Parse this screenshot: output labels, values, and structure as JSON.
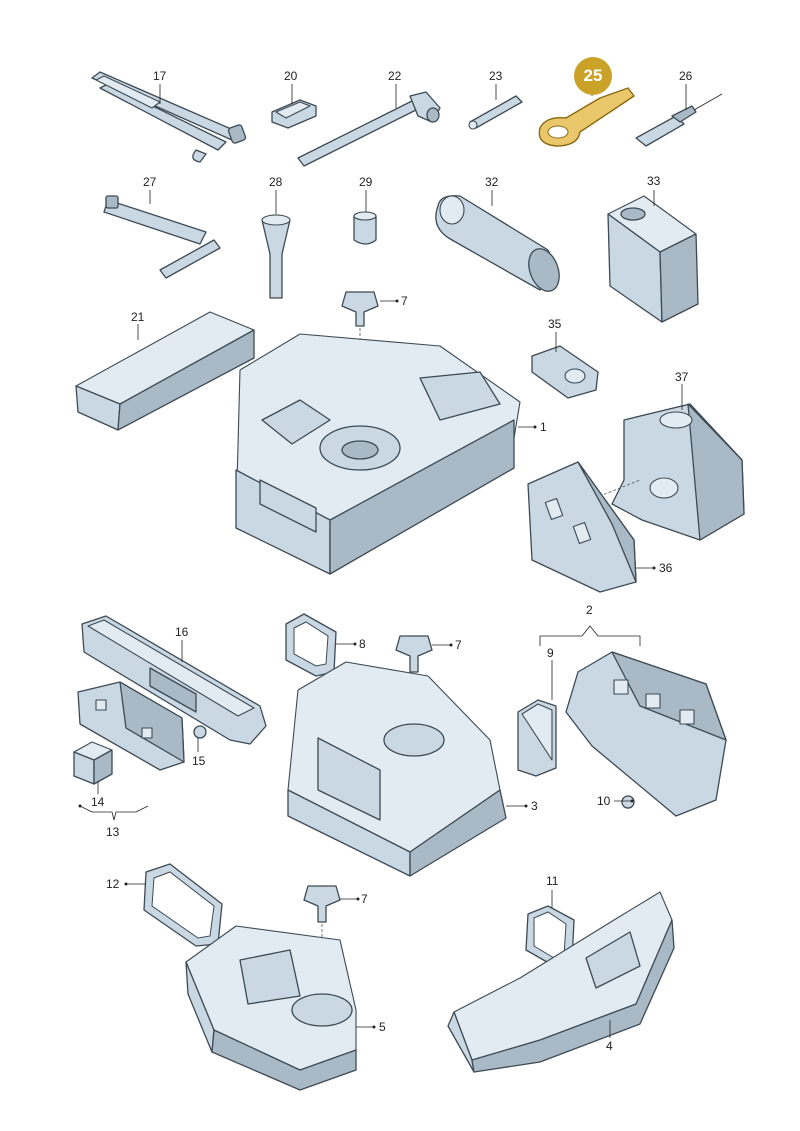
{
  "highlight": {
    "label": "25",
    "color": "#c9a227"
  },
  "callouts": [
    {
      "id": "17",
      "text": "17"
    },
    {
      "id": "20",
      "text": "20"
    },
    {
      "id": "22",
      "text": "22"
    },
    {
      "id": "23",
      "text": "23"
    },
    {
      "id": "26",
      "text": "26"
    },
    {
      "id": "27",
      "text": "27"
    },
    {
      "id": "28",
      "text": "28"
    },
    {
      "id": "29",
      "text": "29"
    },
    {
      "id": "32",
      "text": "32"
    },
    {
      "id": "33",
      "text": "33"
    },
    {
      "id": "21",
      "text": "21"
    },
    {
      "id": "7a",
      "text": "7"
    },
    {
      "id": "35",
      "text": "35"
    },
    {
      "id": "1",
      "text": "1"
    },
    {
      "id": "37",
      "text": "37"
    },
    {
      "id": "36",
      "text": "36"
    },
    {
      "id": "16",
      "text": "16"
    },
    {
      "id": "8",
      "text": "8"
    },
    {
      "id": "7b",
      "text": "7"
    },
    {
      "id": "2",
      "text": "2"
    },
    {
      "id": "9",
      "text": "9"
    },
    {
      "id": "15",
      "text": "15"
    },
    {
      "id": "14",
      "text": "14"
    },
    {
      "id": "13",
      "text": "13"
    },
    {
      "id": "3",
      "text": "3"
    },
    {
      "id": "10",
      "text": "10"
    },
    {
      "id": "12",
      "text": "12"
    },
    {
      "id": "7c",
      "text": "7"
    },
    {
      "id": "11",
      "text": "11"
    },
    {
      "id": "5",
      "text": "5"
    },
    {
      "id": "4",
      "text": "4"
    }
  ]
}
